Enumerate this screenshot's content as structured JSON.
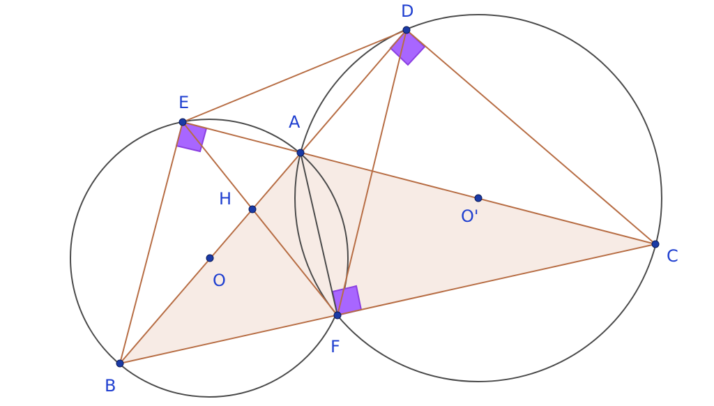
{
  "colors": {
    "circle": "#4a4a4a",
    "segment": "#b76d44",
    "fill": "#f7ebe5",
    "right_angle_fill": "#a866ff",
    "right_angle_stroke": "#8a3fe0",
    "point": "#1a3aa6",
    "label": "#1f3fd0"
  },
  "labels": {
    "A": "A",
    "B": "B",
    "C": "C",
    "D": "D",
    "E": "E",
    "F": "F",
    "H": "H",
    "O": "O",
    "O_prime": "O'"
  }
}
